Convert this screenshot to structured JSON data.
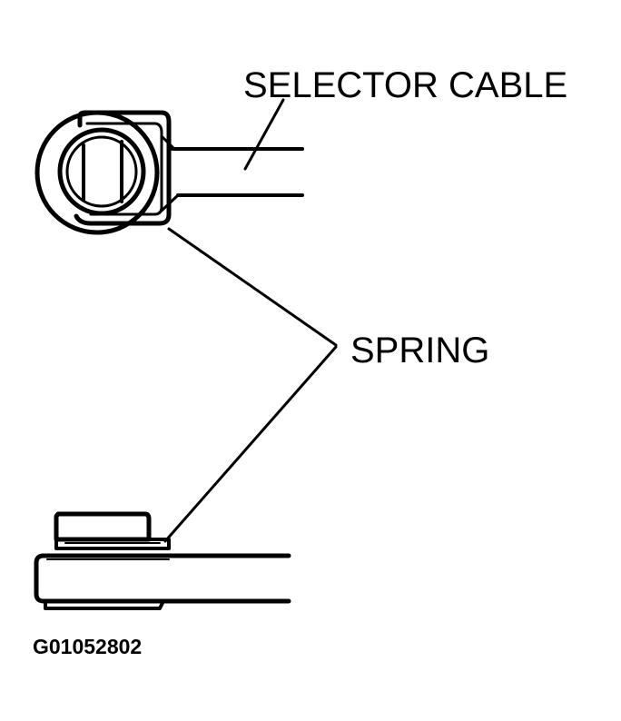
{
  "labels": {
    "selector_cable": "SELECTOR CABLE",
    "spring": "SPRING",
    "figure_code": "G01052802"
  },
  "colors": {
    "line": "#000000",
    "background": "#ffffff"
  }
}
